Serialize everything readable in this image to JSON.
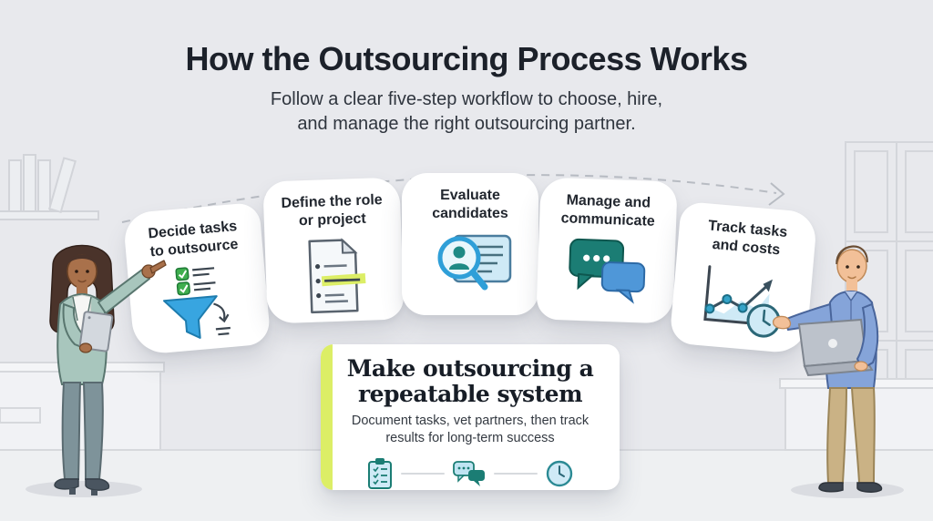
{
  "header": {
    "title": "How the Outsourcing Process Works",
    "subtitle_line1": "Follow a clear five-step workflow to choose, hire,",
    "subtitle_line2": "and manage the right outsourcing partner."
  },
  "steps": [
    {
      "line1": "Decide tasks",
      "line2": "to outsource",
      "icon": "funnel-checklist-icon"
    },
    {
      "line1": "Define the role",
      "line2": "or project",
      "icon": "document-highlight-icon"
    },
    {
      "line1": "Evaluate",
      "line2": "candidates",
      "icon": "candidate-search-icon"
    },
    {
      "line1": "Manage and",
      "line2": "communicate",
      "icon": "chat-bubbles-icon"
    },
    {
      "line1": "Track tasks",
      "line2": "and costs",
      "icon": "chart-clock-icon"
    }
  ],
  "summary_card": {
    "title_line1": "Make outsourcing a",
    "title_line2": "repeatable system",
    "subtitle_line1": "Document tasks, vet partners, then track",
    "subtitle_line2": "results for long-term success",
    "icons": [
      "clipboard-checklist-icon",
      "chat-bubbles-icon",
      "clock-icon"
    ]
  },
  "illustrations": {
    "left": "woman pointing at first step while holding a tablet",
    "right": "man holding an open laptop gesturing at last step"
  },
  "colors": {
    "background": "#e8e9ed",
    "floor": "#eef0f2",
    "card": "#ffffff",
    "accent_lime": "#dcee66",
    "teal": "#1b7d74",
    "blue": "#4f97d8",
    "funnel_blue": "#38a5e0",
    "check_green": "#3fae4e",
    "light_blue": "#cfeaf6",
    "text_dark": "#1c212a"
  }
}
